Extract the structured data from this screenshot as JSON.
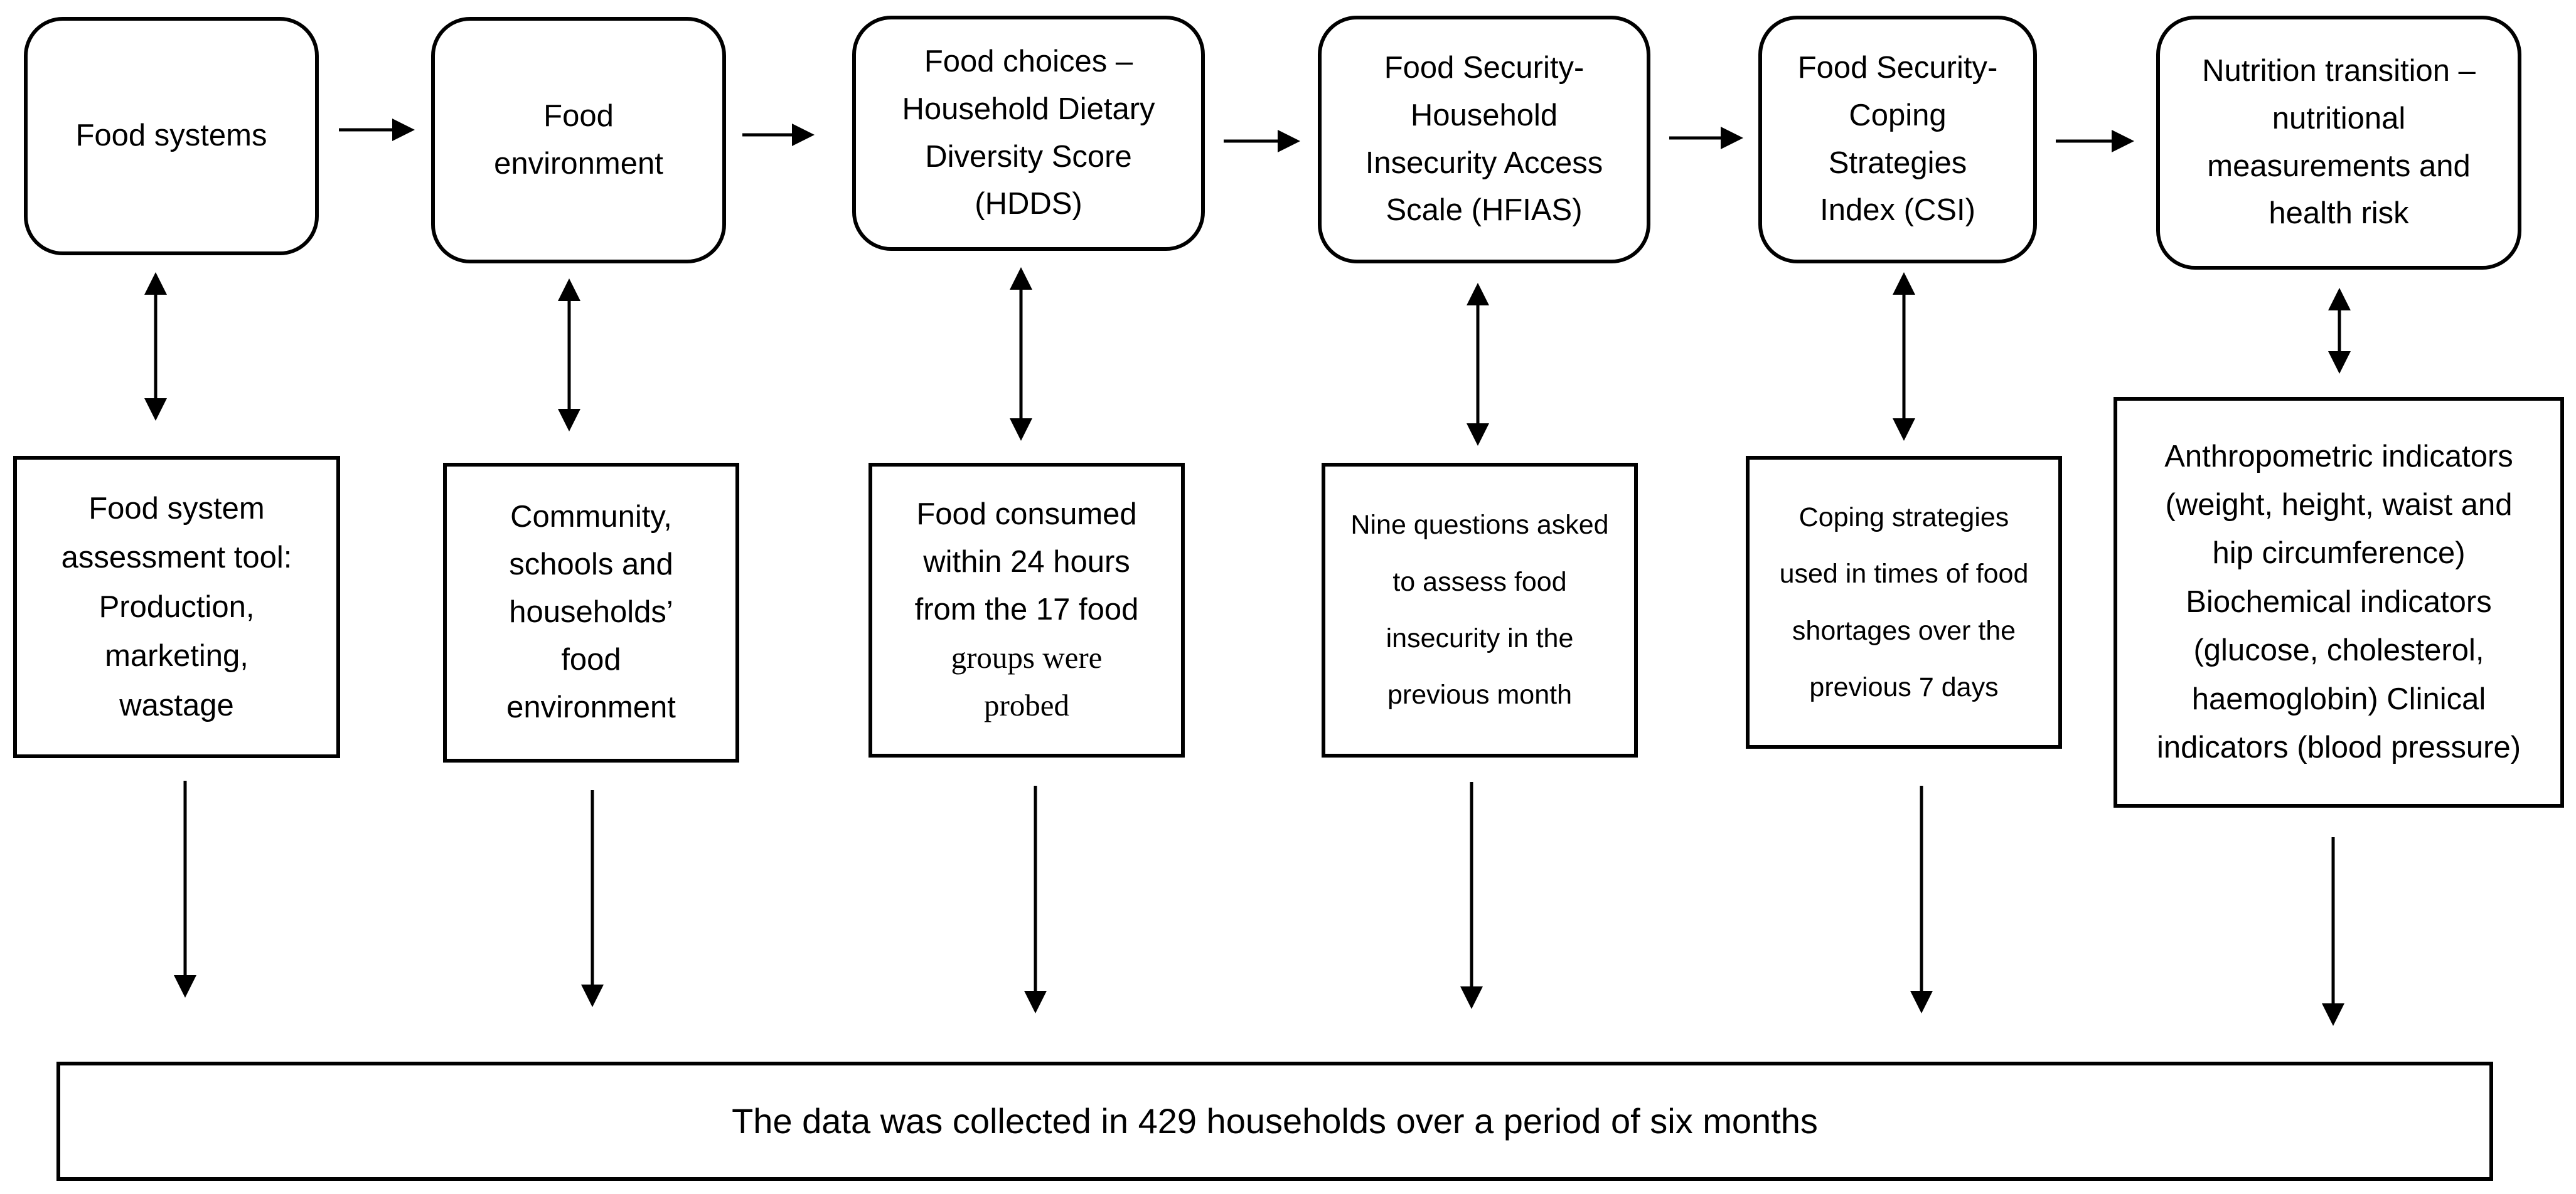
{
  "stages": [
    {
      "title": "Food systems",
      "description": "Food system assessment tool: Production, marketing, wastage"
    },
    {
      "title": "Food environment",
      "description": "Community, schools and households’ food environment"
    },
    {
      "title": "Food choices – Household Dietary Diversity Score (HDDS)",
      "description_line1": "Food consumed within 24 hours from the 17 food ",
      "description_line2": "groups were probed"
    },
    {
      "title": "Food Security-Household Insecurity Access Scale (HFIAS)",
      "description": "Nine questions asked to assess food insecurity in the previous month"
    },
    {
      "title": "Food Security-Coping Strategies Index (CSI)",
      "description": "Coping strategies used in times of food shortages over the previous 7 days"
    },
    {
      "title": "Nutrition transition – nutritional measurements and health risk",
      "description": "Anthropometric indicators (weight, height, waist and hip circumference) Biochemical indicators (glucose, cholesterol, haemoglobin) Clinical indicators (blood pressure)"
    }
  ],
  "footer": "The data was collected in 429 households over a period of six months"
}
